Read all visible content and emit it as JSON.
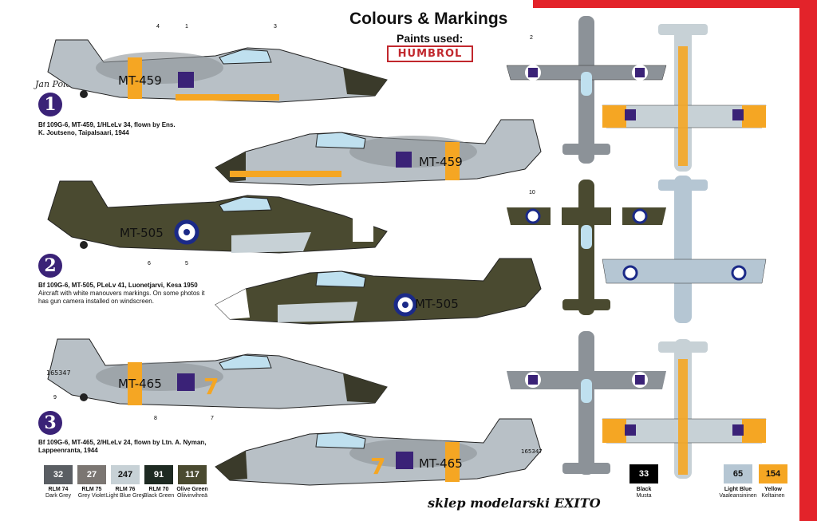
{
  "header": {
    "title": "Colours & Markings",
    "paints_used": "Paints used:",
    "brand": "HUMBROL"
  },
  "signature": "Jan Polc",
  "schemes": [
    {
      "number": "1",
      "line1": "Bf 109G-6, MT-459, 1/HLeLv 34, flown by Ens.",
      "line2": "K. Joutseno, Taipalsaari, 1944",
      "code": "MT-459"
    },
    {
      "number": "2",
      "line1": "Bf 109G-6, MT-505, PLeLv 41, Luonetjarvi, Kesa 1950",
      "line2": "Aircraft with white manouvers markings. On some photos it",
      "line3": "has gun camera installed on windscreen.",
      "code": "MT-505"
    },
    {
      "number": "3",
      "line1": "Bf 109G-6, MT-465, 2/HLeLv 24, flown by Ltn. A. Nyman,",
      "line2": "Lappeenranta, 1944",
      "code": "MT-465",
      "tail_serial": "165347",
      "fuselage_digit": "7"
    }
  ],
  "paints": [
    {
      "code": "32",
      "name": "RLM 74",
      "sub": "Dark Grey",
      "color": "#5a5e63"
    },
    {
      "code": "27",
      "name": "RLM 75",
      "sub": "Grey Violet",
      "color": "#7b7672"
    },
    {
      "code": "247",
      "name": "RLM 76",
      "sub": "Light Blue Grey",
      "color": "#c7d1d6"
    },
    {
      "code": "91",
      "name": "RLM 70",
      "sub": "Black Green",
      "color": "#1e2a22"
    },
    {
      "code": "117",
      "name": "Olive Green",
      "sub": "Oliivinvihreä",
      "color": "#4a4a30"
    },
    {
      "code": "33",
      "name": "Black",
      "sub": "Musta",
      "color": "#000000"
    },
    {
      "code": "65",
      "name": "Light Blue",
      "sub": "Vaaleansininen",
      "color": "#b5c6d3"
    },
    {
      "code": "154",
      "name": "Yellow",
      "sub": "Keltainen",
      "color": "#f5a623"
    }
  ],
  "callouts": {
    "c1": "1",
    "c2": "2",
    "c3": "3",
    "c4": "4",
    "c5": "5",
    "c6": "6",
    "c7": "7",
    "c8": "8",
    "c9": "9",
    "c10": "10"
  },
  "watermark": "sklep modelarski EXITO"
}
